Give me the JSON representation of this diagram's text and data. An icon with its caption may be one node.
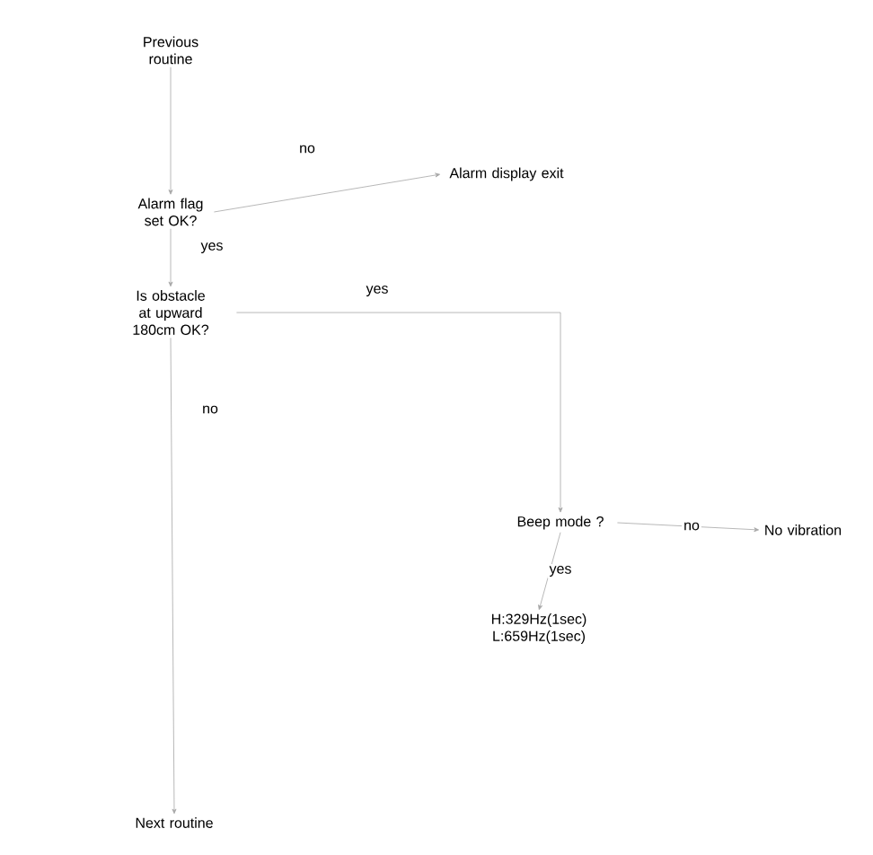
{
  "diagram": {
    "nodes": [
      {
        "text": [
          "Previous routine"
        ]
      },
      {
        "text": [
          "Alarm flag set OK?"
        ]
      },
      {
        "text": [
          "Alarm display exit"
        ]
      },
      {
        "text": [
          "Is obstacle at upward 180cm OK?"
        ]
      },
      {
        "text": [
          "Next routine"
        ]
      },
      {
        "text": [
          "Beep mode ?"
        ]
      },
      {
        "text": [
          "No vibration"
        ]
      },
      {
        "text": [
          "H:329Hz(1sec) L:659Hz(1sec)"
        ]
      }
    ],
    "edges": [
      {
        "from": 0,
        "to": 1,
        "arrow": "to"
      },
      {
        "from": 1,
        "to": 2,
        "arrow": "to",
        "label": "no"
      },
      {
        "from": 1,
        "to": 3,
        "arrow": "to",
        "label": "yes"
      },
      {
        "from": 3,
        "to": 5,
        "arrow": "to",
        "label": "yes"
      },
      {
        "from": 3,
        "to": 4,
        "arrow": "to",
        "label": "no"
      },
      {
        "from": 5,
        "to": 6,
        "arrow": "to",
        "label": "no"
      },
      {
        "from": 5,
        "to": 7,
        "arrow": "to",
        "label": "yes"
      }
    ]
  }
}
